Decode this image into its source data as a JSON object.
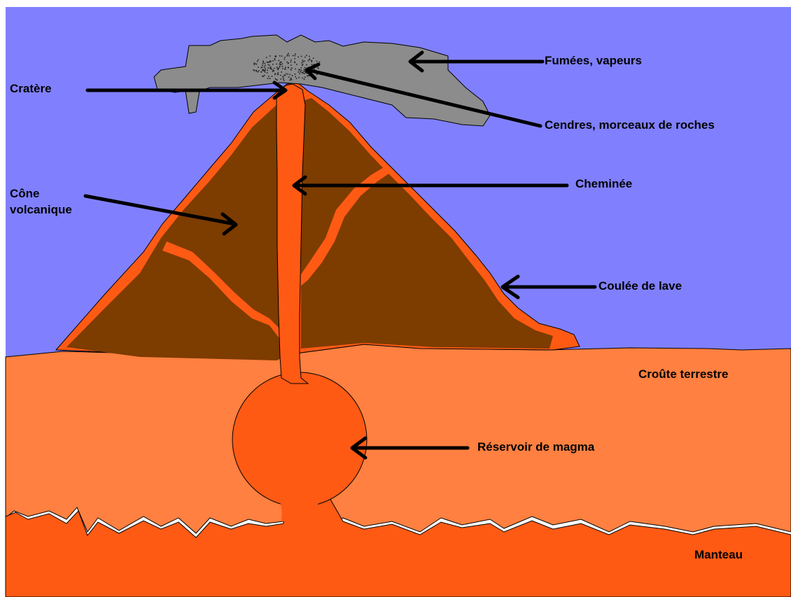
{
  "colors": {
    "sky": "#8080ff",
    "crust": "#ff8040",
    "mantle": "#ff5a14",
    "lava": "#ff5a14",
    "cone": "#7d3c00",
    "smoke": "#8c8c8c",
    "outline": "#000000"
  },
  "labels": {
    "fumees": "Fumées, vapeurs",
    "cratere": "Cratère",
    "cendres": "Cendres, morceaux de roches",
    "cone_line1": "Cône",
    "cone_line2": "volcanique",
    "cheminee": "Cheminée",
    "coulee": "Coulée de lave",
    "croute": "Croûte terrestre",
    "reservoir": "Réservoir de magma",
    "manteau": "Manteau"
  }
}
